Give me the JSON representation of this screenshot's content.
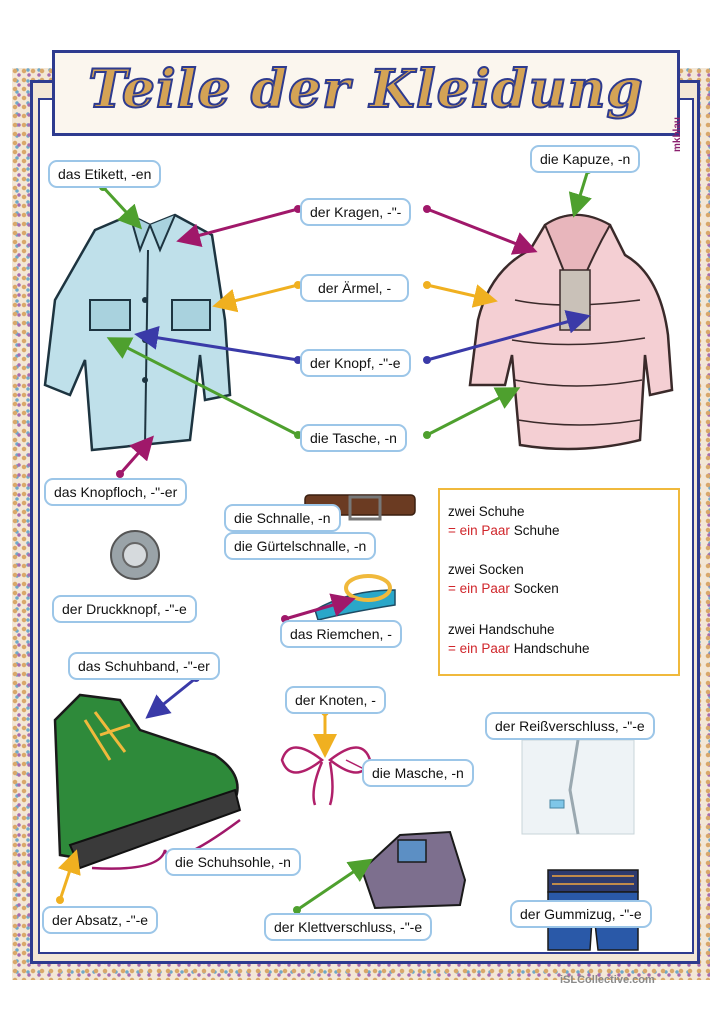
{
  "title": "Teile der Kleidung",
  "credit": "mkblau",
  "watermark": "iSLCollective.com",
  "labels": {
    "etikett": "das Etikett, -en",
    "kapuze": "die Kapuze, -n",
    "kragen": "der Kragen, -\"-",
    "aermel": "der Ärmel, -",
    "knopf": "der Knopf, -\"-e",
    "tasche": "die Tasche, -n",
    "knopfloch": "das Knopfloch, -\"-er",
    "schnalle": "die Schnalle, -n",
    "guertelschnalle": "die Gürtelschnalle, -n",
    "druckknopf": "der Druckknopf, -\"-e",
    "riemchen": "das Riemchen, -",
    "schuhband": "das Schuhband, -\"-er",
    "knoten": "der Knoten, -",
    "masche": "die Masche, -n",
    "reissverschluss": "der Reißverschluss, -\"-e",
    "schuhsohle": "die Schuhsohle, -n",
    "absatz": "der Absatz, -\"-e",
    "klettverschluss": "der Klettverschluss, -\"-e",
    "gummizug": "der Gummizug, -\"-e"
  },
  "pairs": [
    {
      "line1": "zwei Schuhe",
      "eq": "= ",
      "ein": "ein",
      "paar": " Paar",
      "noun": " Schuhe"
    },
    {
      "line1": "zwei Socken",
      "eq": "= ",
      "ein": "ein",
      "paar": " Paar",
      "noun": " Socken"
    },
    {
      "line1": "zwei Handschuhe",
      "eq": "= ",
      "ein": "ein",
      "paar": " Paar",
      "noun": " Handschuhe"
    }
  ],
  "colors": {
    "frame_blue": "#2e3b8f",
    "label_border": "#9cc6e8",
    "arrow_green": "#4ea02e",
    "arrow_magenta": "#a0186a",
    "arrow_orange": "#f0b020",
    "arrow_blue": "#3a3aa8",
    "pairs_border": "#f0b93c",
    "red": "#d0262b"
  }
}
